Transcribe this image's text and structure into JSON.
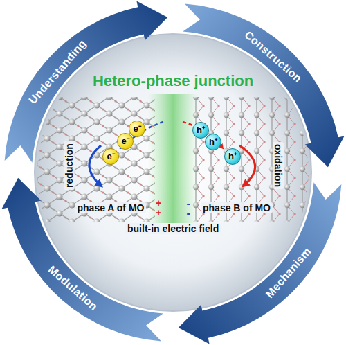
{
  "diagram": {
    "title": "Hetero-phase junction",
    "nodes": [
      {
        "text": [
          "Understanding"
        ]
      },
      {
        "text": [
          "Construction"
        ]
      },
      {
        "text": [
          "Mechanism"
        ]
      },
      {
        "text": [
          "Modulation"
        ]
      }
    ],
    "labels": [
      "e⁻",
      "e⁻",
      "e⁻",
      "h⁺",
      "h⁺",
      "h⁺",
      "reduction",
      "oxidation",
      "phase A of MO",
      "+",
      "+",
      "phase B of MO",
      "-",
      "-",
      "built-in electric field"
    ]
  }
}
